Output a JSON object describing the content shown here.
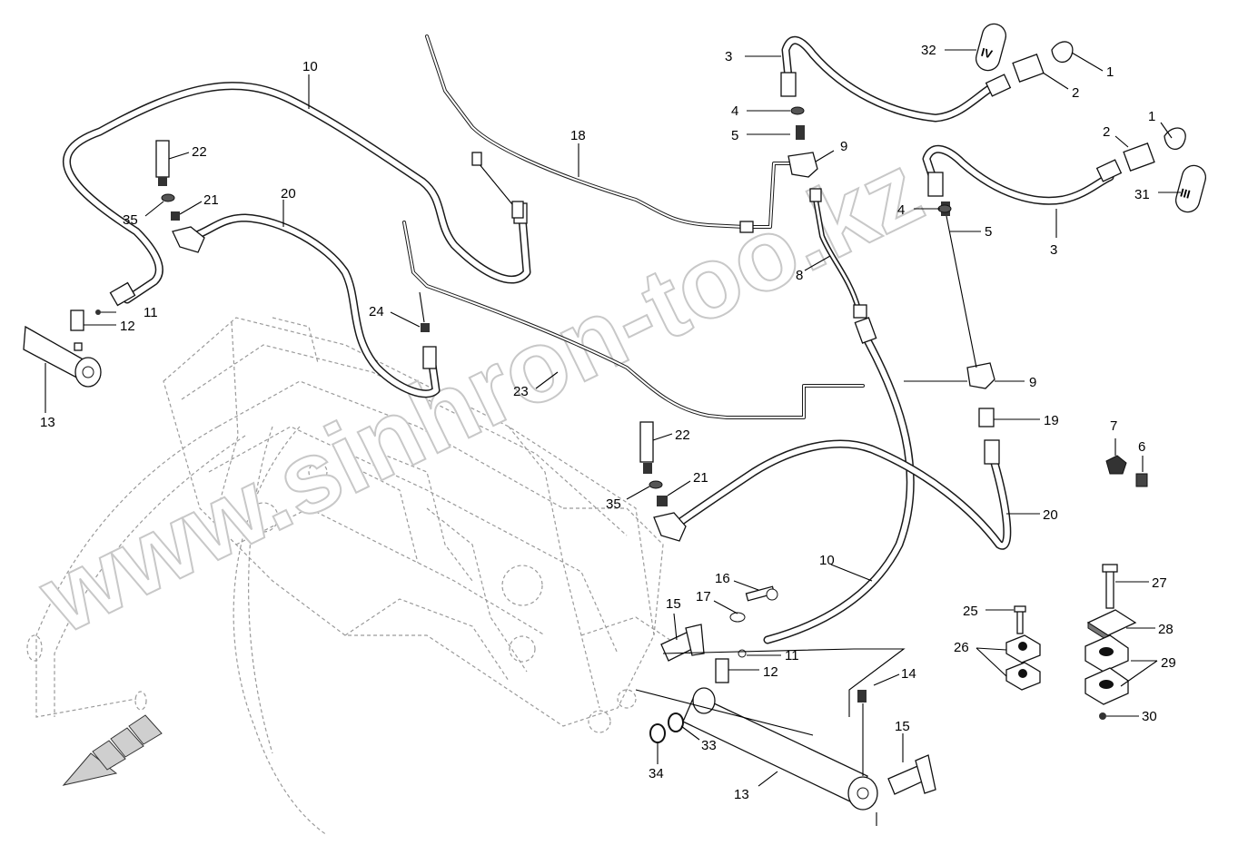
{
  "watermark": "www.sinhron-too.kz",
  "callouts": [
    {
      "id": "c10a",
      "label": "10"
    },
    {
      "id": "c18",
      "label": "18"
    },
    {
      "id": "c22a",
      "label": "22"
    },
    {
      "id": "c35a",
      "label": "35"
    },
    {
      "id": "c21a",
      "label": "21"
    },
    {
      "id": "c20a",
      "label": "20"
    },
    {
      "id": "c11a",
      "label": "11"
    },
    {
      "id": "c12a",
      "label": "12"
    },
    {
      "id": "c13a",
      "label": "13"
    },
    {
      "id": "c24",
      "label": "24"
    },
    {
      "id": "c23",
      "label": "23"
    },
    {
      "id": "c3a",
      "label": "3"
    },
    {
      "id": "c4a",
      "label": "4"
    },
    {
      "id": "c5a",
      "label": "5"
    },
    {
      "id": "c9a",
      "label": "9"
    },
    {
      "id": "c32",
      "label": "32"
    },
    {
      "id": "c1a",
      "label": "1"
    },
    {
      "id": "c2a",
      "label": "2"
    },
    {
      "id": "c1b",
      "label": "1"
    },
    {
      "id": "c2b",
      "label": "2"
    },
    {
      "id": "c31",
      "label": "31"
    },
    {
      "id": "c3b",
      "label": "3"
    },
    {
      "id": "c4b",
      "label": "4"
    },
    {
      "id": "c5b",
      "label": "5"
    },
    {
      "id": "c8",
      "label": "8"
    },
    {
      "id": "c9b",
      "label": "9"
    },
    {
      "id": "c19",
      "label": "19"
    },
    {
      "id": "c7",
      "label": "7"
    },
    {
      "id": "c6",
      "label": "6"
    },
    {
      "id": "c20b",
      "label": "20"
    },
    {
      "id": "c22b",
      "label": "22"
    },
    {
      "id": "c21b",
      "label": "21"
    },
    {
      "id": "c35b",
      "label": "35"
    },
    {
      "id": "c10b",
      "label": "10"
    },
    {
      "id": "c16",
      "label": "16"
    },
    {
      "id": "c17",
      "label": "17"
    },
    {
      "id": "c15a",
      "label": "15"
    },
    {
      "id": "c11b",
      "label": "11"
    },
    {
      "id": "c12b",
      "label": "12"
    },
    {
      "id": "c14",
      "label": "14"
    },
    {
      "id": "c15b",
      "label": "15"
    },
    {
      "id": "c13b",
      "label": "13"
    },
    {
      "id": "c33",
      "label": "33"
    },
    {
      "id": "c34",
      "label": "34"
    },
    {
      "id": "c27",
      "label": "27"
    },
    {
      "id": "c25",
      "label": "25"
    },
    {
      "id": "c28",
      "label": "28"
    },
    {
      "id": "c26",
      "label": "26"
    },
    {
      "id": "c29",
      "label": "29"
    },
    {
      "id": "c30",
      "label": "30"
    }
  ],
  "plates": {
    "plate_iv": "IV",
    "plate_iii": "III"
  }
}
